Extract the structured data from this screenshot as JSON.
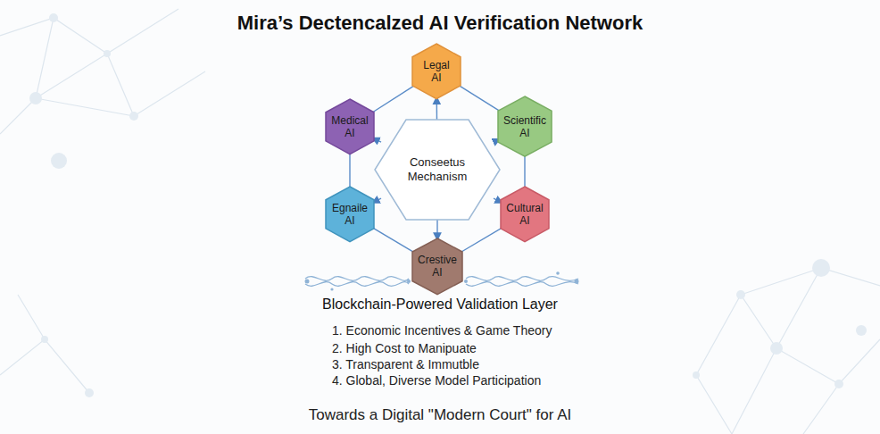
{
  "diagram": {
    "title": "Mira’s Dectencalzed AI Verification Network",
    "nodes": [
      {
        "text": [
          "Legal AI"
        ]
      },
      {
        "text": [
          "Medical AI"
        ]
      },
      {
        "text": [
          "Scientific AI"
        ]
      },
      {
        "text": [
          "Conseetus Mechanism"
        ]
      },
      {
        "text": [
          "Egnaile AI"
        ]
      },
      {
        "text": [
          "Cultural AI"
        ]
      },
      {
        "text": [
          "Crestive AI"
        ]
      }
    ],
    "edges": [
      {
        "from": 3,
        "to": 0,
        "arrow": "to"
      },
      {
        "from": 3,
        "to": 1,
        "arrow": "to"
      },
      {
        "from": 3,
        "to": 2,
        "arrow": "to"
      },
      {
        "from": 3,
        "to": 4,
        "arrow": "to"
      },
      {
        "from": 3,
        "to": 5,
        "arrow": "to"
      },
      {
        "from": 3,
        "to": 6,
        "arrow": "to"
      },
      {
        "from": 0,
        "to": 2,
        "arrow": "none"
      },
      {
        "from": 2,
        "to": 5,
        "arrow": "none"
      },
      {
        "from": 5,
        "to": 6,
        "arrow": "none"
      },
      {
        "from": 6,
        "to": 4,
        "arrow": "none"
      },
      {
        "from": 4,
        "to": 1,
        "arrow": "none"
      },
      {
        "from": 1,
        "to": 0,
        "arrow": "none"
      }
    ],
    "labels": [
      "Blockchain-Powered Validation Layer",
      "1. Economic Incentives & Game Theory",
      "2. High Cost to Manipuate",
      "3. Transparent & Immutble",
      "4. Global, Diverse Model Participation"
    ],
    "caption": "Towards a Digital \"Modern Court\" for AI"
  }
}
